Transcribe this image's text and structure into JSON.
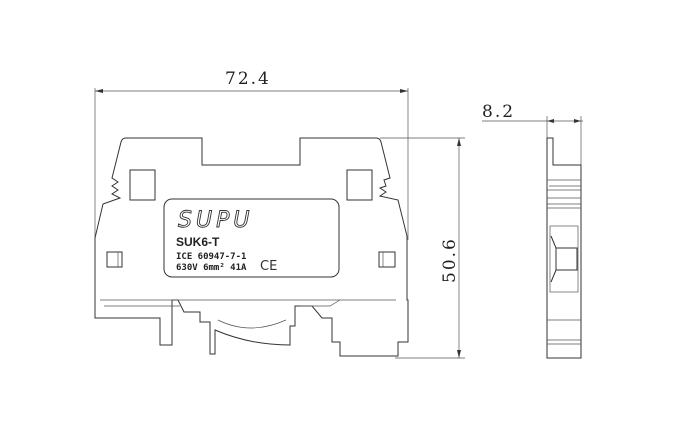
{
  "dimensions": {
    "width": "72.4",
    "height": "50.6",
    "depth": "8.2"
  },
  "label": {
    "brand": "SUPU",
    "model": "SUK6-T",
    "standard": "ICE 60947-7-1",
    "rating": "630V 6mm² 41A",
    "mark": "CE"
  }
}
